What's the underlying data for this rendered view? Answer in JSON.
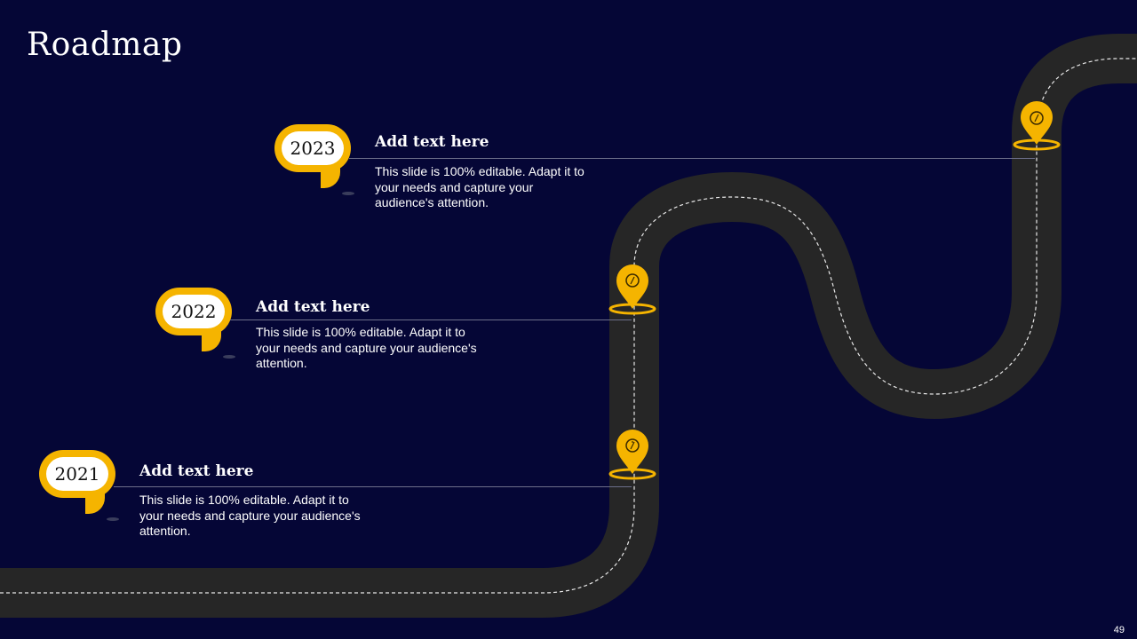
{
  "slide": {
    "title": "Roadmap",
    "page_number": "49"
  },
  "milestones": [
    {
      "year": "2021",
      "heading": "Add text here",
      "description": "This slide is 100% editable. Adapt it to your needs and capture your audience's attention."
    },
    {
      "year": "2022",
      "heading": "Add text here",
      "description": "This slide is 100% editable. Adapt it to your needs and capture your audience's attention."
    },
    {
      "year": "2023",
      "heading": "Add text here",
      "description": "This slide is 100% editable. Adapt it to your needs and capture your audience's attention."
    }
  ],
  "colors": {
    "background": "#050636",
    "road": "#262626",
    "accent": "#f5b400",
    "text": "#ffffff"
  },
  "icons": [
    "location-pin-icon",
    "compass-icon"
  ]
}
